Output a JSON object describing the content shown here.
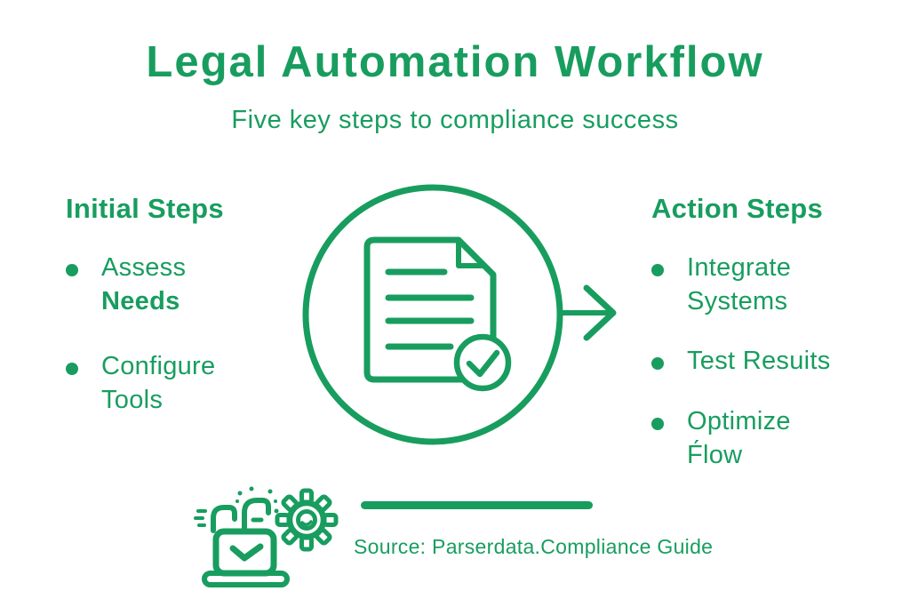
{
  "colors": {
    "green": "#189d5f",
    "background": "#ffffff"
  },
  "header": {
    "title": "Legal Automation Workflow",
    "subtitle": "Five key steps to compliance success"
  },
  "initial_steps": {
    "heading": "Initial Steps",
    "items": [
      {
        "line1": "Assess",
        "line2": "Needs"
      },
      {
        "line1": "Configure",
        "line2": "Tools"
      }
    ]
  },
  "action_steps": {
    "heading": "Action Steps",
    "items": [
      {
        "line1": "Integrate",
        "line2": "Systems"
      },
      {
        "line1": "Test Resuits"
      },
      {
        "line1": "Optimize",
        "line2": "F́low"
      }
    ]
  },
  "center": {
    "icon": "document-with-checkmark",
    "arrow": "arrow-right"
  },
  "footer": {
    "icons": [
      "laptop-check-icon",
      "gear-icon"
    ],
    "source": "Source: Parserdata.Compliance Guide"
  }
}
